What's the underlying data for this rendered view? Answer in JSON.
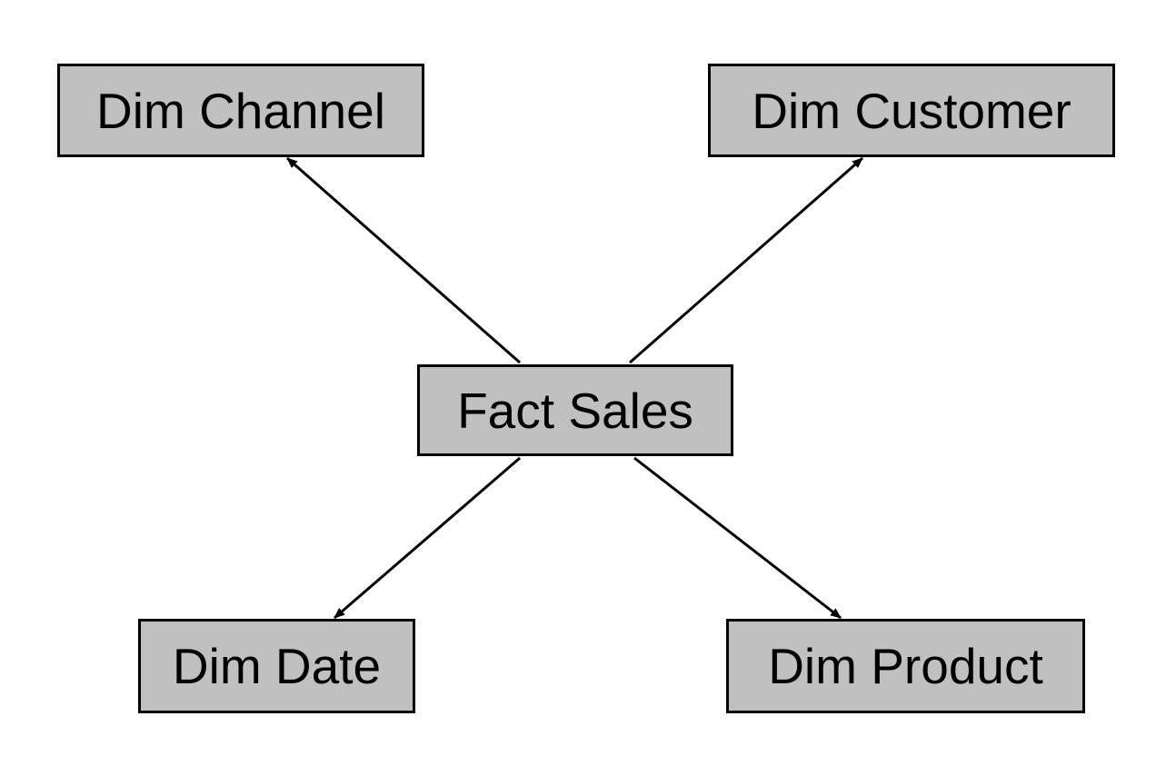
{
  "diagram": {
    "colors": {
      "node_fill": "#c0c0c0",
      "node_border": "#000000",
      "edge": "#000000",
      "text": "#000000"
    },
    "nodes": {
      "dim_channel": {
        "label": "Dim Channel"
      },
      "dim_customer": {
        "label": "Dim Customer"
      },
      "fact_sales": {
        "label": "Fact Sales"
      },
      "dim_date": {
        "label": "Dim Date"
      },
      "dim_product": {
        "label": "Dim Product"
      }
    },
    "edges": [
      {
        "from": "fact_sales",
        "to": "dim_channel"
      },
      {
        "from": "fact_sales",
        "to": "dim_customer"
      },
      {
        "from": "fact_sales",
        "to": "dim_date"
      },
      {
        "from": "fact_sales",
        "to": "dim_product"
      }
    ]
  }
}
